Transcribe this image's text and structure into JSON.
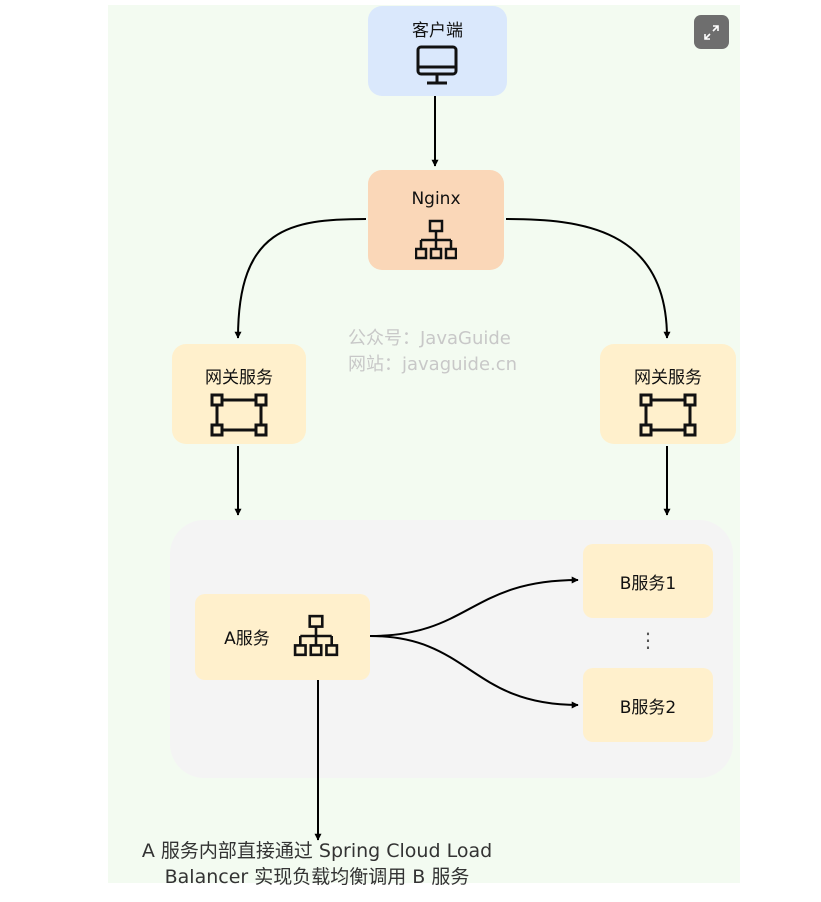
{
  "nodes": {
    "client": "客户端",
    "nginx": "Nginx",
    "gateway_left": "网关服务",
    "gateway_right": "网关服务",
    "service_a": "A服务",
    "service_b1": "B服务1",
    "service_b2": "B服务2",
    "ellipsis": "⋮"
  },
  "watermark": {
    "line1": "公众号：JavaGuide",
    "line2": "网站：javaguide.cn"
  },
  "caption": {
    "line1": "A 服务内部直接通过 Spring Cloud Load",
    "line2": "Balancer 实现负载均衡调用 B 服务"
  },
  "icons": {
    "client": "monitor-icon",
    "nginx": "network-hierarchy-icon",
    "gateway": "frame-nodes-icon",
    "service_a": "network-hierarchy-icon",
    "expand": "expand-icon"
  },
  "colors": {
    "client_fill": "#dae8fc",
    "nginx_fill": "#fad7b8",
    "service_fill": "#fff0cc",
    "cluster_fill": "#f4f4f4",
    "background_fill": "#f3fbf1",
    "edge": "#000000"
  }
}
